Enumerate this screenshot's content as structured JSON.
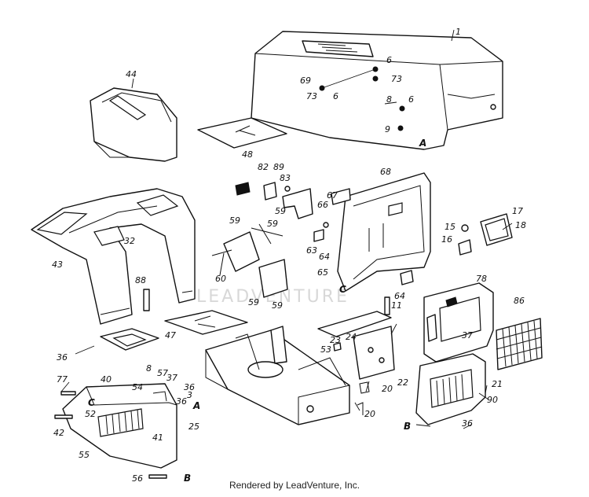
{
  "watermark": "LEADVENTURE",
  "footer": "Rendered by LeadVenture, Inc.",
  "labels": {
    "p1": "1",
    "p6a": "6",
    "p73a": "73",
    "p69": "69",
    "p73b": "73",
    "p6b": "6",
    "p8a": "8",
    "p6c": "6",
    "p9": "9",
    "pA1": "A",
    "p44": "44",
    "p48": "48",
    "p82": "82",
    "p89": "89",
    "p83": "83",
    "p68": "68",
    "p67": "67",
    "p66": "66",
    "p59a": "59",
    "p59b": "59",
    "p59c": "59",
    "p59d": "59",
    "p59e": "59",
    "p60": "60",
    "p63": "63",
    "p64a": "64",
    "p65": "65",
    "p64b": "64",
    "p11": "11",
    "p32": "32",
    "p43": "43",
    "p88": "88",
    "p36a": "36",
    "p47": "47",
    "p15": "15",
    "p16": "16",
    "p17": "17",
    "p18": "18",
    "p78": "78",
    "p86": "86",
    "p37a": "37",
    "p53": "53",
    "p24": "24",
    "p23": "23",
    "p22": "22",
    "p20a": "20",
    "p20b": "20",
    "p21": "21",
    "p90": "90",
    "p36b": "36",
    "pB1": "B",
    "p77": "77",
    "p40": "40",
    "p8b": "8",
    "p57": "57",
    "p37b": "37",
    "p36c": "36",
    "p54": "54",
    "p3": "3",
    "p36d": "36",
    "pA2": "A",
    "pC1": "C",
    "p52": "52",
    "p42": "42",
    "p41": "41",
    "p25": "25",
    "p55": "55",
    "p56": "56",
    "pB2": "B",
    "pC2": "C"
  }
}
